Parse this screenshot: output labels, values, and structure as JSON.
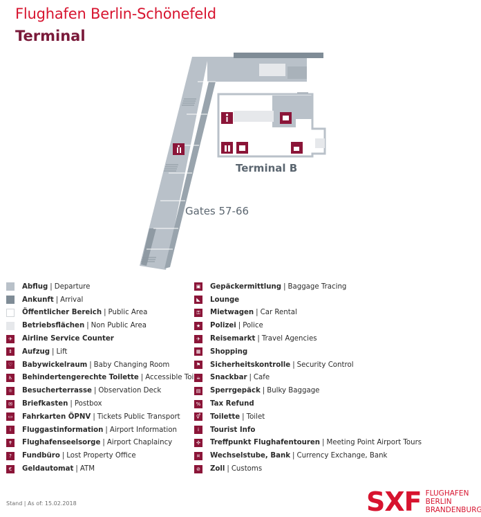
{
  "header": {
    "title": "Flughafen Berlin-Schönefeld",
    "subtitle": "Terminal"
  },
  "map": {
    "terminal_label": "Terminal B",
    "gates_label": "Gates 57-66",
    "colors": {
      "departure": "#b9c1c9",
      "arrival": "#7f8c96",
      "public": "#ffffff",
      "non_public": "#e6e8eb",
      "symbol": "#8b1538"
    }
  },
  "legend": {
    "left": [
      {
        "icon": "departure-swatch",
        "de": "Abflug",
        "en": "Departure"
      },
      {
        "icon": "arrival-swatch",
        "de": "Ankunft",
        "en": "Arrival"
      },
      {
        "icon": "public-area-swatch",
        "de": "Öffentlicher Bereich",
        "en": "Public Area"
      },
      {
        "icon": "non-public-area-swatch",
        "de": "Betriebsflächen",
        "en": "Non Public Area"
      },
      {
        "icon": "airline-counter-icon",
        "de": "Airline Service Counter",
        "en": ""
      },
      {
        "icon": "lift-icon",
        "de": "Aufzug",
        "en": "Lift"
      },
      {
        "icon": "baby-changing-icon",
        "de": "Babywickelraum",
        "en": "Baby Changing Room"
      },
      {
        "icon": "accessible-toilet-icon",
        "de": "Behindertengerechte Toilette",
        "en": "Accessible Toilet"
      },
      {
        "icon": "observation-deck-icon",
        "de": "Besucherterrasse",
        "en": "Observation Deck"
      },
      {
        "icon": "postbox-icon",
        "de": "Briefkasten",
        "en": "Postbox"
      },
      {
        "icon": "tickets-icon",
        "de": "Fahrkarten ÖPNV",
        "en": "Tickets Public Transport"
      },
      {
        "icon": "information-icon",
        "de": "Fluggastinformation",
        "en": "Airport Information"
      },
      {
        "icon": "chaplaincy-icon",
        "de": "Flughafenseelsorge",
        "en": "Airport Chaplaincy"
      },
      {
        "icon": "lost-property-icon",
        "de": "Fundbüro",
        "en": "Lost Property Office"
      },
      {
        "icon": "atm-icon",
        "de": "Geldautomat",
        "en": "ATM"
      }
    ],
    "right": [
      {
        "icon": "baggage-tracing-icon",
        "de": "Gepäckermittlung",
        "en": "Baggage Tracing"
      },
      {
        "icon": "lounge-icon",
        "de": "Lounge",
        "en": ""
      },
      {
        "icon": "car-rental-icon",
        "de": "Mietwagen",
        "en": "Car Rental"
      },
      {
        "icon": "police-icon",
        "de": "Polizei",
        "en": "Police"
      },
      {
        "icon": "travel-agency-icon",
        "de": "Reisemarkt",
        "en": "Travel Agencies"
      },
      {
        "icon": "shopping-icon",
        "de": "Shopping",
        "en": ""
      },
      {
        "icon": "security-control-icon",
        "de": "Sicherheitskontrolle",
        "en": "Security Control"
      },
      {
        "icon": "cafe-icon",
        "de": "Snackbar",
        "en": "Cafe"
      },
      {
        "icon": "bulky-baggage-icon",
        "de": "Sperrgepäck",
        "en": "Bulky Baggage"
      },
      {
        "icon": "tax-refund-icon",
        "de": "Tax Refund",
        "en": ""
      },
      {
        "icon": "toilet-icon",
        "de": "Toilette",
        "en": "Toilet"
      },
      {
        "icon": "tourist-info-icon",
        "de": "Tourist Info",
        "en": ""
      },
      {
        "icon": "meeting-point-icon",
        "de": "Treffpunkt Flughafentouren",
        "en": "Meeting Point Airport Tours"
      },
      {
        "icon": "currency-exchange-icon",
        "de": "Wechselstube, Bank",
        "en": "Currency Exchange, Bank"
      },
      {
        "icon": "customs-icon",
        "de": "Zoll",
        "en": "Customs"
      }
    ]
  },
  "footer": {
    "stand": "Stand | As of: 15.02.2018",
    "logo_mark": "SXF",
    "logo_line1": "FLUGHAFEN",
    "logo_line2": "BERLIN",
    "logo_line3": "BRANDENBURG"
  }
}
